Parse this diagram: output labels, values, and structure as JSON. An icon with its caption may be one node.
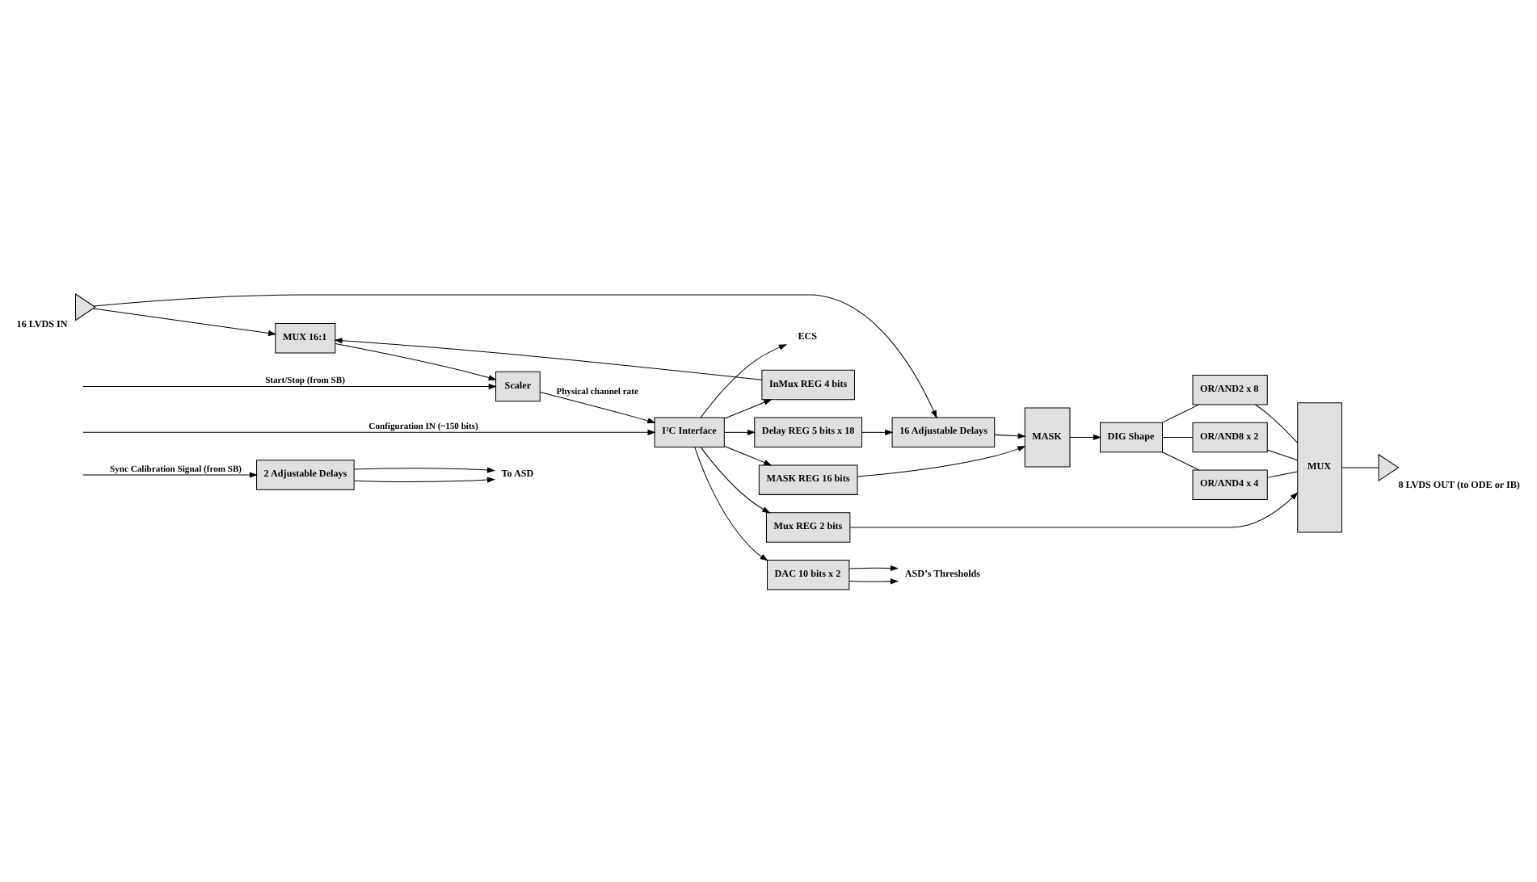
{
  "diagram": {
    "nodes": [
      {
        "text": [
          "2 Adjustable Delays"
        ]
      },
      {
        "text": [
          "To ASD"
        ]
      },
      {
        "text": [
          "16 LVDS IN"
        ]
      },
      {
        "text": [
          "16 Adjustable Delays"
        ]
      },
      {
        "text": [
          "MASK"
        ]
      },
      {
        "text": [
          "DIG Shape"
        ]
      },
      {
        "text": [
          "OR/AND8 x 2"
        ]
      },
      {
        "text": [
          "OR/AND4 x 4"
        ]
      },
      {
        "text": [
          "OR/AND2 x 8"
        ]
      },
      {
        "text": [
          "MUX"
        ]
      },
      {
        "text": [
          "8 LVDS OUT (to ODE or IB)"
        ]
      },
      {
        "text": [
          "MUX 16:1"
        ]
      },
      {
        "text": [
          "InMux REG 4 bits"
        ]
      },
      {
        "text": [
          "Delay REG 5 bits x 18"
        ]
      },
      {
        "text": [
          "MASK REG 16 bits"
        ]
      },
      {
        "text": [
          "Mux REG 2 bits"
        ]
      },
      {
        "text": [
          "Scaler"
        ]
      },
      {
        "text": [
          "I²C Interface"
        ]
      },
      {
        "text": [
          "DAC 10 bits x 2"
        ]
      },
      {
        "text": [
          "ECS"
        ]
      },
      {
        "text": [
          "ASD’s Thresholds"
        ]
      }
    ],
    "edges": [
      {
        "from": null,
        "to": 0,
        "arrow": "to",
        "label": "Sync Calibration Signal (from SB)"
      },
      {
        "from": 0,
        "to": 1,
        "arrow": "to"
      },
      {
        "from": 0,
        "to": 1,
        "arrow": "to"
      },
      {
        "from": 2,
        "to": 3,
        "arrow": "to"
      },
      {
        "from": 2,
        "to": 11,
        "arrow": "to"
      },
      {
        "from": 3,
        "to": 4,
        "arrow": "to"
      },
      {
        "from": 4,
        "to": 5,
        "arrow": "to"
      },
      {
        "from": 5,
        "to": 6,
        "arrow": "none"
      },
      {
        "from": 5,
        "to": 7,
        "arrow": "none"
      },
      {
        "from": 5,
        "to": 8,
        "arrow": "none"
      },
      {
        "from": 6,
        "to": 9,
        "arrow": "none"
      },
      {
        "from": 7,
        "to": 9,
        "arrow": "none"
      },
      {
        "from": 8,
        "to": 9,
        "arrow": "none"
      },
      {
        "from": 9,
        "to": 10,
        "arrow": "none"
      },
      {
        "from": 12,
        "to": 11,
        "arrow": "to"
      },
      {
        "from": 13,
        "to": 3,
        "arrow": "to"
      },
      {
        "from": 14,
        "to": 4,
        "arrow": "to"
      },
      {
        "from": 15,
        "to": 9,
        "arrow": "to"
      },
      {
        "from": 11,
        "to": 16,
        "arrow": "to"
      },
      {
        "from": 17,
        "to": 12,
        "arrow": "to"
      },
      {
        "from": 17,
        "to": 13,
        "arrow": "to"
      },
      {
        "from": 17,
        "to": 14,
        "arrow": "to"
      },
      {
        "from": 17,
        "to": 15,
        "arrow": "to"
      },
      {
        "from": 16,
        "to": 17,
        "arrow": "to",
        "label": "Physical channel rate"
      },
      {
        "from": null,
        "to": 16,
        "arrow": "to",
        "label": "Start/Stop (from SB)"
      },
      {
        "from": null,
        "to": 17,
        "arrow": "to",
        "label": "Configuration IN (~150 bits)"
      },
      {
        "from": 17,
        "to": 19,
        "arrow": "to"
      },
      {
        "from": 17,
        "to": 18,
        "arrow": "to"
      },
      {
        "from": 18,
        "to": 20,
        "arrow": "to"
      },
      {
        "from": 18,
        "to": 20,
        "arrow": "to"
      }
    ]
  }
}
